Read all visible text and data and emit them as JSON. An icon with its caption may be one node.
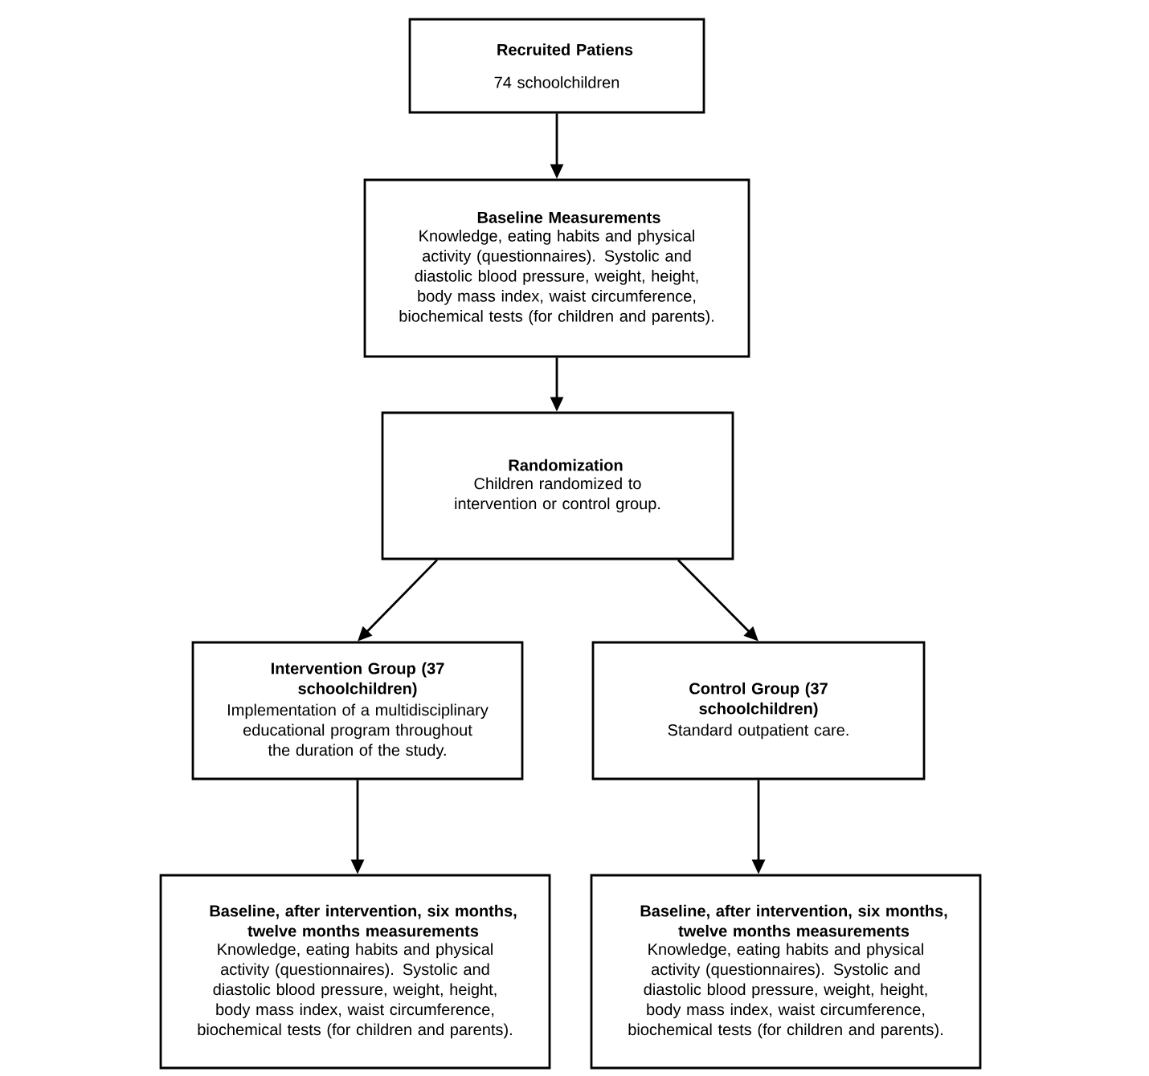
{
  "diagram": {
    "nodes": [
      {
        "text": [
          "Recruited Patiens",
          "74 schoolchildren"
        ]
      },
      {
        "text": [
          "Baseline Measurements",
          "Knowledge, eating habits and physical activity (questionnaires). Systolic and diastolic blood pressure, weight, height, body mass index, waist circumference, biochemical tests (for children and parents)."
        ]
      },
      {
        "text": [
          "Randomization",
          "Children randomized to intervention or control group."
        ]
      },
      {
        "text": [
          "Intervention Group (37 schoolchildren)",
          "Implementation of a multidisciplinary educational program throughout the duration of the study."
        ]
      },
      {
        "text": [
          "Control Group (37 schoolchildren)",
          "Standard outpatient care."
        ]
      },
      {
        "text": [
          "Baseline, after intervention, six months, twelve months measurements",
          "Knowledge, eating habits and physical activity (questionnaires). Systolic and diastolic blood pressure, weight, height, body mass index, waist circumference, biochemical tests (for children and parents)."
        ]
      },
      {
        "text": [
          "Baseline, after intervention, six months, twelve months measurements",
          "Knowledge, eating habits and physical activity (questionnaires). Systolic and diastolic blood pressure, weight, height, body mass index, waist circumference, biochemical tests (for children and parents)."
        ]
      }
    ],
    "edges": [
      {
        "from": 0,
        "to": 1,
        "arrow": "to"
      },
      {
        "from": 1,
        "to": 2,
        "arrow": "to"
      },
      {
        "from": 2,
        "to": 3,
        "arrow": "to"
      },
      {
        "from": 2,
        "to": 4,
        "arrow": "to"
      },
      {
        "from": 3,
        "to": 5,
        "arrow": "to"
      },
      {
        "from": 4,
        "to": 6,
        "arrow": "to"
      }
    ]
  }
}
